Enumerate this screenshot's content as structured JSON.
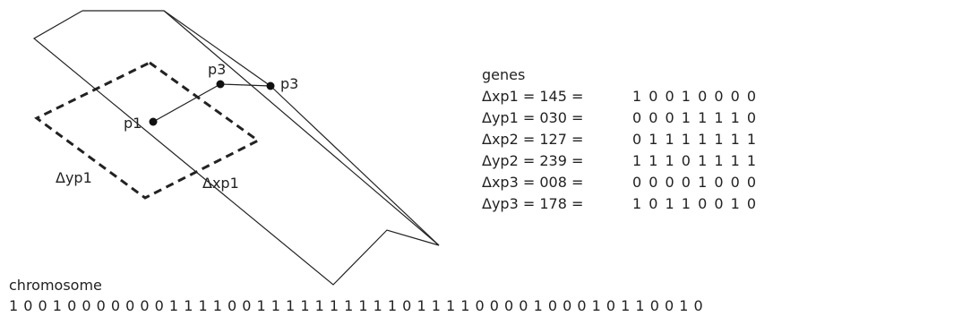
{
  "diagram": {
    "points": {
      "p1": "p1",
      "p3_top": "p3",
      "p3_right": "p3"
    },
    "delta_labels": {
      "dyp1": "Δyp1",
      "dxp1": "Δxp1"
    }
  },
  "genes": {
    "title": "genes",
    "rows": [
      {
        "label": "Δxp1 = 145  =",
        "bits": "1 0 0 1 0 0 0 0"
      },
      {
        "label": "Δyp1 = 030  =",
        "bits": "0 0 0 1 1 1 1 0"
      },
      {
        "label": "Δxp2 = 127  =",
        "bits": "0 1 1 1 1 1 1 1"
      },
      {
        "label": "Δyp2 = 239 =",
        "bits": "1 1 1 0 1 1 1 1"
      },
      {
        "label": "Δxp3 = 008 =",
        "bits": "0 0 0 0 1 0 0 0"
      },
      {
        "label": "Δyp3 = 178 =",
        "bits": "1 0 1 1 0 0 1 0"
      }
    ]
  },
  "chromosome": {
    "title": "chromosome",
    "bits": "1 0 0 1 0 0 0 0 0 0 0 1 1 1 1 0 0 1 1 1 1 1 1 1 1 1 1 0 1 1 1 1 0 0 0 0 1 0 0 0 1 0 1 1 0 0 1 0"
  }
}
